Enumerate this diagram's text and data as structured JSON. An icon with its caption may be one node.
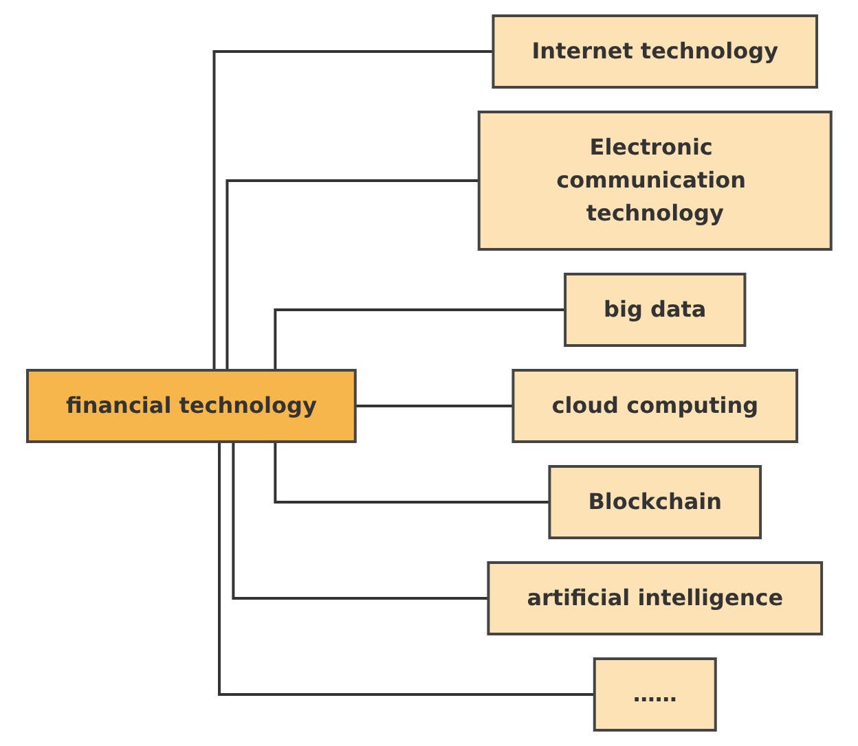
{
  "diagram": {
    "nodes": [
      {
        "text": [
          "financial technology"
        ]
      },
      {
        "text": [
          "Internet technology"
        ]
      },
      {
        "text": [
          "Electronic communication technology"
        ]
      },
      {
        "text": [
          "big data"
        ]
      },
      {
        "text": [
          "cloud computing"
        ]
      },
      {
        "text": [
          "Blockchain"
        ]
      },
      {
        "text": [
          "artificial intelligence"
        ]
      },
      {
        "text": [
          "……"
        ]
      }
    ],
    "edges": [
      {
        "from": 0,
        "to": 1,
        "arrow": "none"
      },
      {
        "from": 0,
        "to": 2,
        "arrow": "none"
      },
      {
        "from": 0,
        "to": 3,
        "arrow": "none"
      },
      {
        "from": 0,
        "to": 4,
        "arrow": "none"
      },
      {
        "from": 0,
        "to": 5,
        "arrow": "none"
      },
      {
        "from": 0,
        "to": 6,
        "arrow": "none"
      },
      {
        "from": 0,
        "to": 7,
        "arrow": "none"
      }
    ]
  }
}
